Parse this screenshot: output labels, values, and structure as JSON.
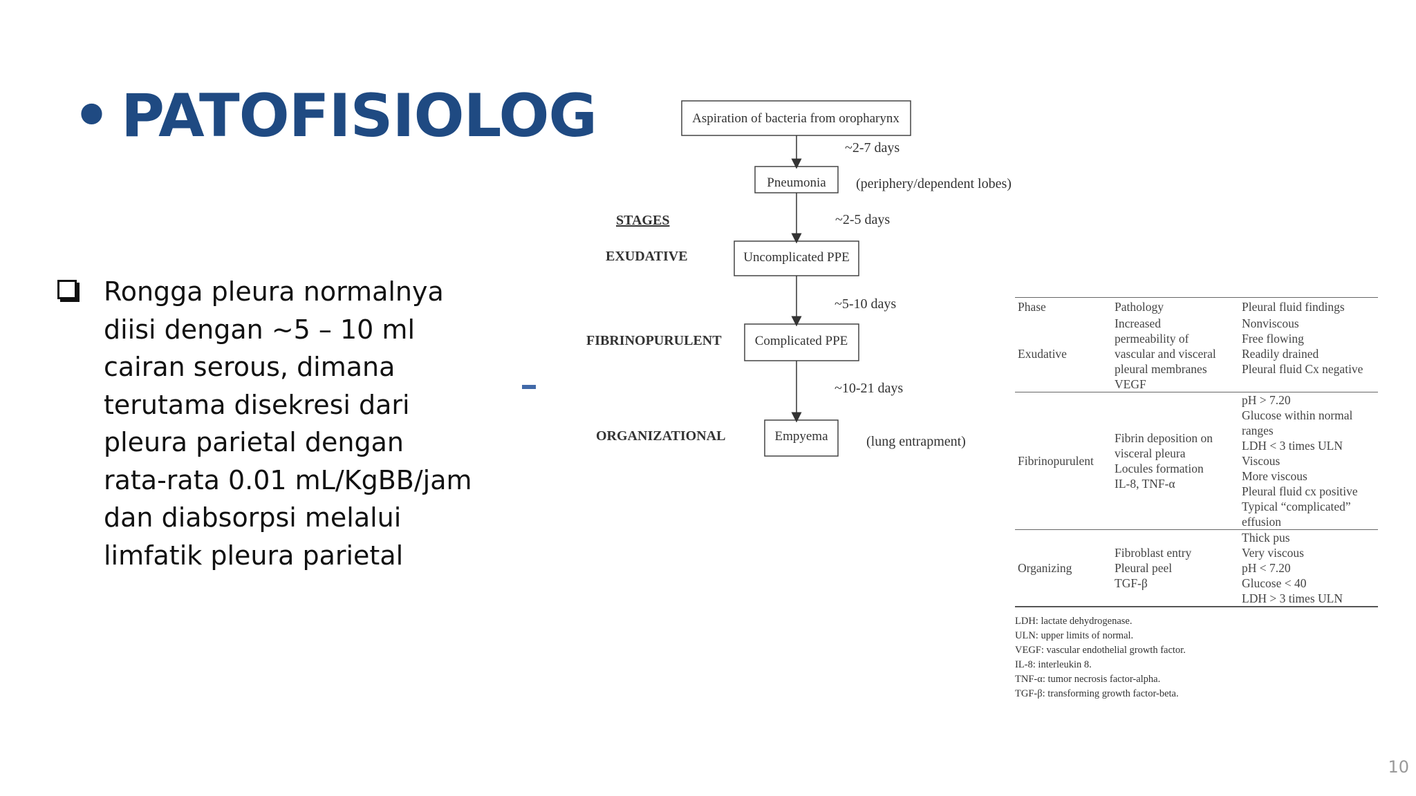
{
  "title": "PATOFISIOLOG",
  "title_bullet": "•",
  "body_text": "Rongga pleura normalnya diisi dengan ~5 – 10 ml cairan serous, dimana terutama disekresi dari pleura parietal dengan rata-rata 0.01 mL/KgBB/jam dan diabsorpsi melalui limfatik pleura parietal",
  "diagram": {
    "boxes": [
      "Aspiration of bacteria from oropharynx",
      "Pneumonia",
      "Uncomplicated PPE",
      "Complicated PPE",
      "Empyema"
    ],
    "intervals": [
      "~2-7 days",
      "~2-5 days",
      "~5-10 days",
      "~10-21 days"
    ],
    "side_notes": [
      "(periphery/dependent lobes)",
      "(lung entrapment)"
    ],
    "stages_heading": "STAGES",
    "stages": [
      "EXUDATIVE",
      "FIBRINOPURULENT",
      "ORGANIZATIONAL"
    ]
  },
  "table": {
    "headers": [
      "Phase",
      "Pathology",
      "Pleural fluid findings"
    ],
    "rows": [
      {
        "phase": "Exudative",
        "pathology": [
          "Increased",
          "permeability of",
          "vascular and visceral",
          "pleural membranes",
          "VEGF"
        ],
        "findings": [
          "Nonviscous",
          "Free flowing",
          "Readily drained",
          "Pleural fluid Cx negative"
        ]
      },
      {
        "phase": "Fibrinopurulent",
        "pathology": [
          "Fibrin deposition on",
          "visceral pleura",
          "Locules formation",
          "IL-8, TNF-α"
        ],
        "findings": [
          "pH > 7.20",
          "Glucose within normal",
          "ranges",
          "LDH < 3 times ULN",
          "Viscous",
          "More viscous",
          "Pleural fluid cx positive",
          "Typical “complicated”",
          "effusion"
        ]
      },
      {
        "phase": "Organizing",
        "pathology": [
          "Fibroblast entry",
          "Pleural peel",
          "TGF-β"
        ],
        "findings": [
          "Thick pus",
          "Very viscous",
          "pH < 7.20",
          "Glucose < 40",
          "LDH > 3 times ULN"
        ]
      }
    ],
    "notes": [
      "LDH: lactate dehydrogenase.",
      "ULN: upper limits of normal.",
      "VEGF: vascular endothelial growth factor.",
      "IL-8: interleukin 8.",
      "TNF-α: tumor necrosis factor-alpha.",
      "TGF-β: transforming growth factor-beta."
    ]
  },
  "page_number": "10",
  "colors": {
    "title": "#1f4a82",
    "accent_dash": "#4169a8"
  }
}
